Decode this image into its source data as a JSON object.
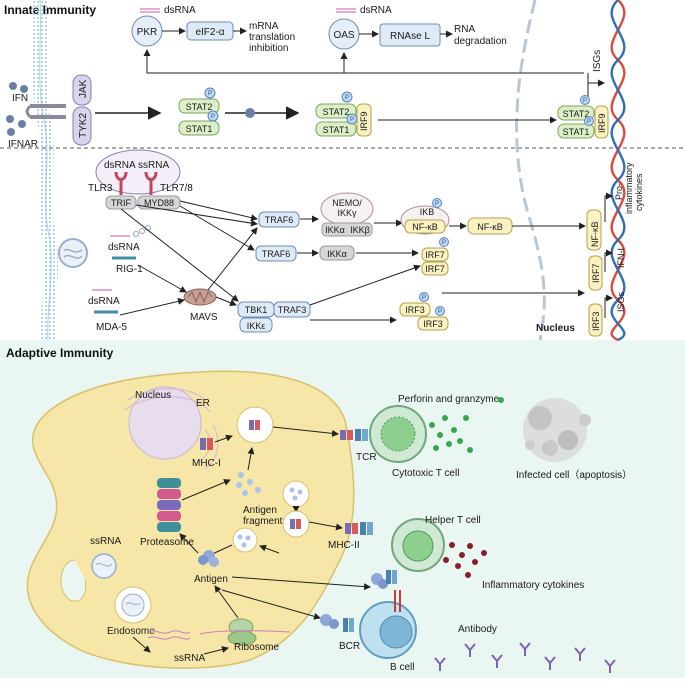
{
  "sections": {
    "innate_title": "Innate Immunity",
    "adaptive_title": "Adaptive Immunity"
  },
  "colors": {
    "innate_bg": "#ffffff",
    "adaptive_bg": "#eaf6f1",
    "cell_fill": "#f6e7a8",
    "green_box": "#dcefc8",
    "yellow_box": "#faf2c2",
    "blue_box": "#deeaf7",
    "phospho": "#bcd7f2",
    "membrane": "#8ec7df"
  },
  "innate": {
    "dsRNA_pkr": "dsRNA",
    "dsRNA_oas": "dsRNA",
    "pkr": "PKR",
    "eif2a": "eIF2-α",
    "mrna_line1": "mRNA",
    "mrna_line2": "translation",
    "mrna_line3": "inhibition",
    "oas": "OAS",
    "rnase_l": "RNAse L",
    "rna_deg_line1": "RNA",
    "rna_deg_line2": "degradation",
    "ifn": "IFN",
    "ifnar": "IFNAR",
    "jak": "JAK",
    "tyk2": "TYK2",
    "stat2": "STAT2",
    "stat1": "STAT1",
    "irf9": "IRF9",
    "isgs": "ISGs",
    "p": "P",
    "dsRNA_tlr": "dsRNA",
    "ssRNA_tlr": "ssRNA",
    "tlr3": "TLR3",
    "tlr78": "TLR7/8",
    "trif": "TRIF",
    "myd88": "MYD88",
    "traf6": "TRAF6",
    "nemo_line1": "NEMO/",
    "nemo_line2": "IKKγ",
    "ikka": "IKKα",
    "ikkb": "IKKβ",
    "ikb": "IKB",
    "nfkb": "NF-κB",
    "pro_line1": "Pro-",
    "pro_line2": "inflammatory",
    "pro_line3": "cytokines",
    "ifn_i": "IFN-I",
    "dsRNA_rig": "dsRNA",
    "rig1": "RIG-1",
    "dsRNA_mda": "dsRNA",
    "mda5": "MDA-5",
    "mavs": "MAVS",
    "tbk1": "TBK1",
    "traf3": "TRAF3",
    "ikke": "IKKε",
    "irf7": "IRF7",
    "irf3": "IRF3",
    "nucleus": "Nucleus"
  },
  "adaptive": {
    "nucleus": "Nucleus",
    "er": "ER",
    "mhc1": "MHC-I",
    "proteasome": "Proteasome",
    "antigen_fragments_line1": "Antigen",
    "antigen_fragments_line2": "fragments",
    "ssRNA_out": "ssRNA",
    "antigen": "Antigen",
    "endosome": "Endosome",
    "ssRNA_in": "ssRNA",
    "ribosome": "Ribosome",
    "perforin": "Perforin and granzyme",
    "tcr": "TCR",
    "cytotoxic": "Cytotoxic T cell",
    "infected": "Infected cell（apoptosis）",
    "mhc2": "MHC-II",
    "helper": "Helper T cell",
    "inflammatory": "Inflammatory cytokines",
    "bcr": "BCR",
    "antibody": "Antibody",
    "bcell": "B cell"
  }
}
